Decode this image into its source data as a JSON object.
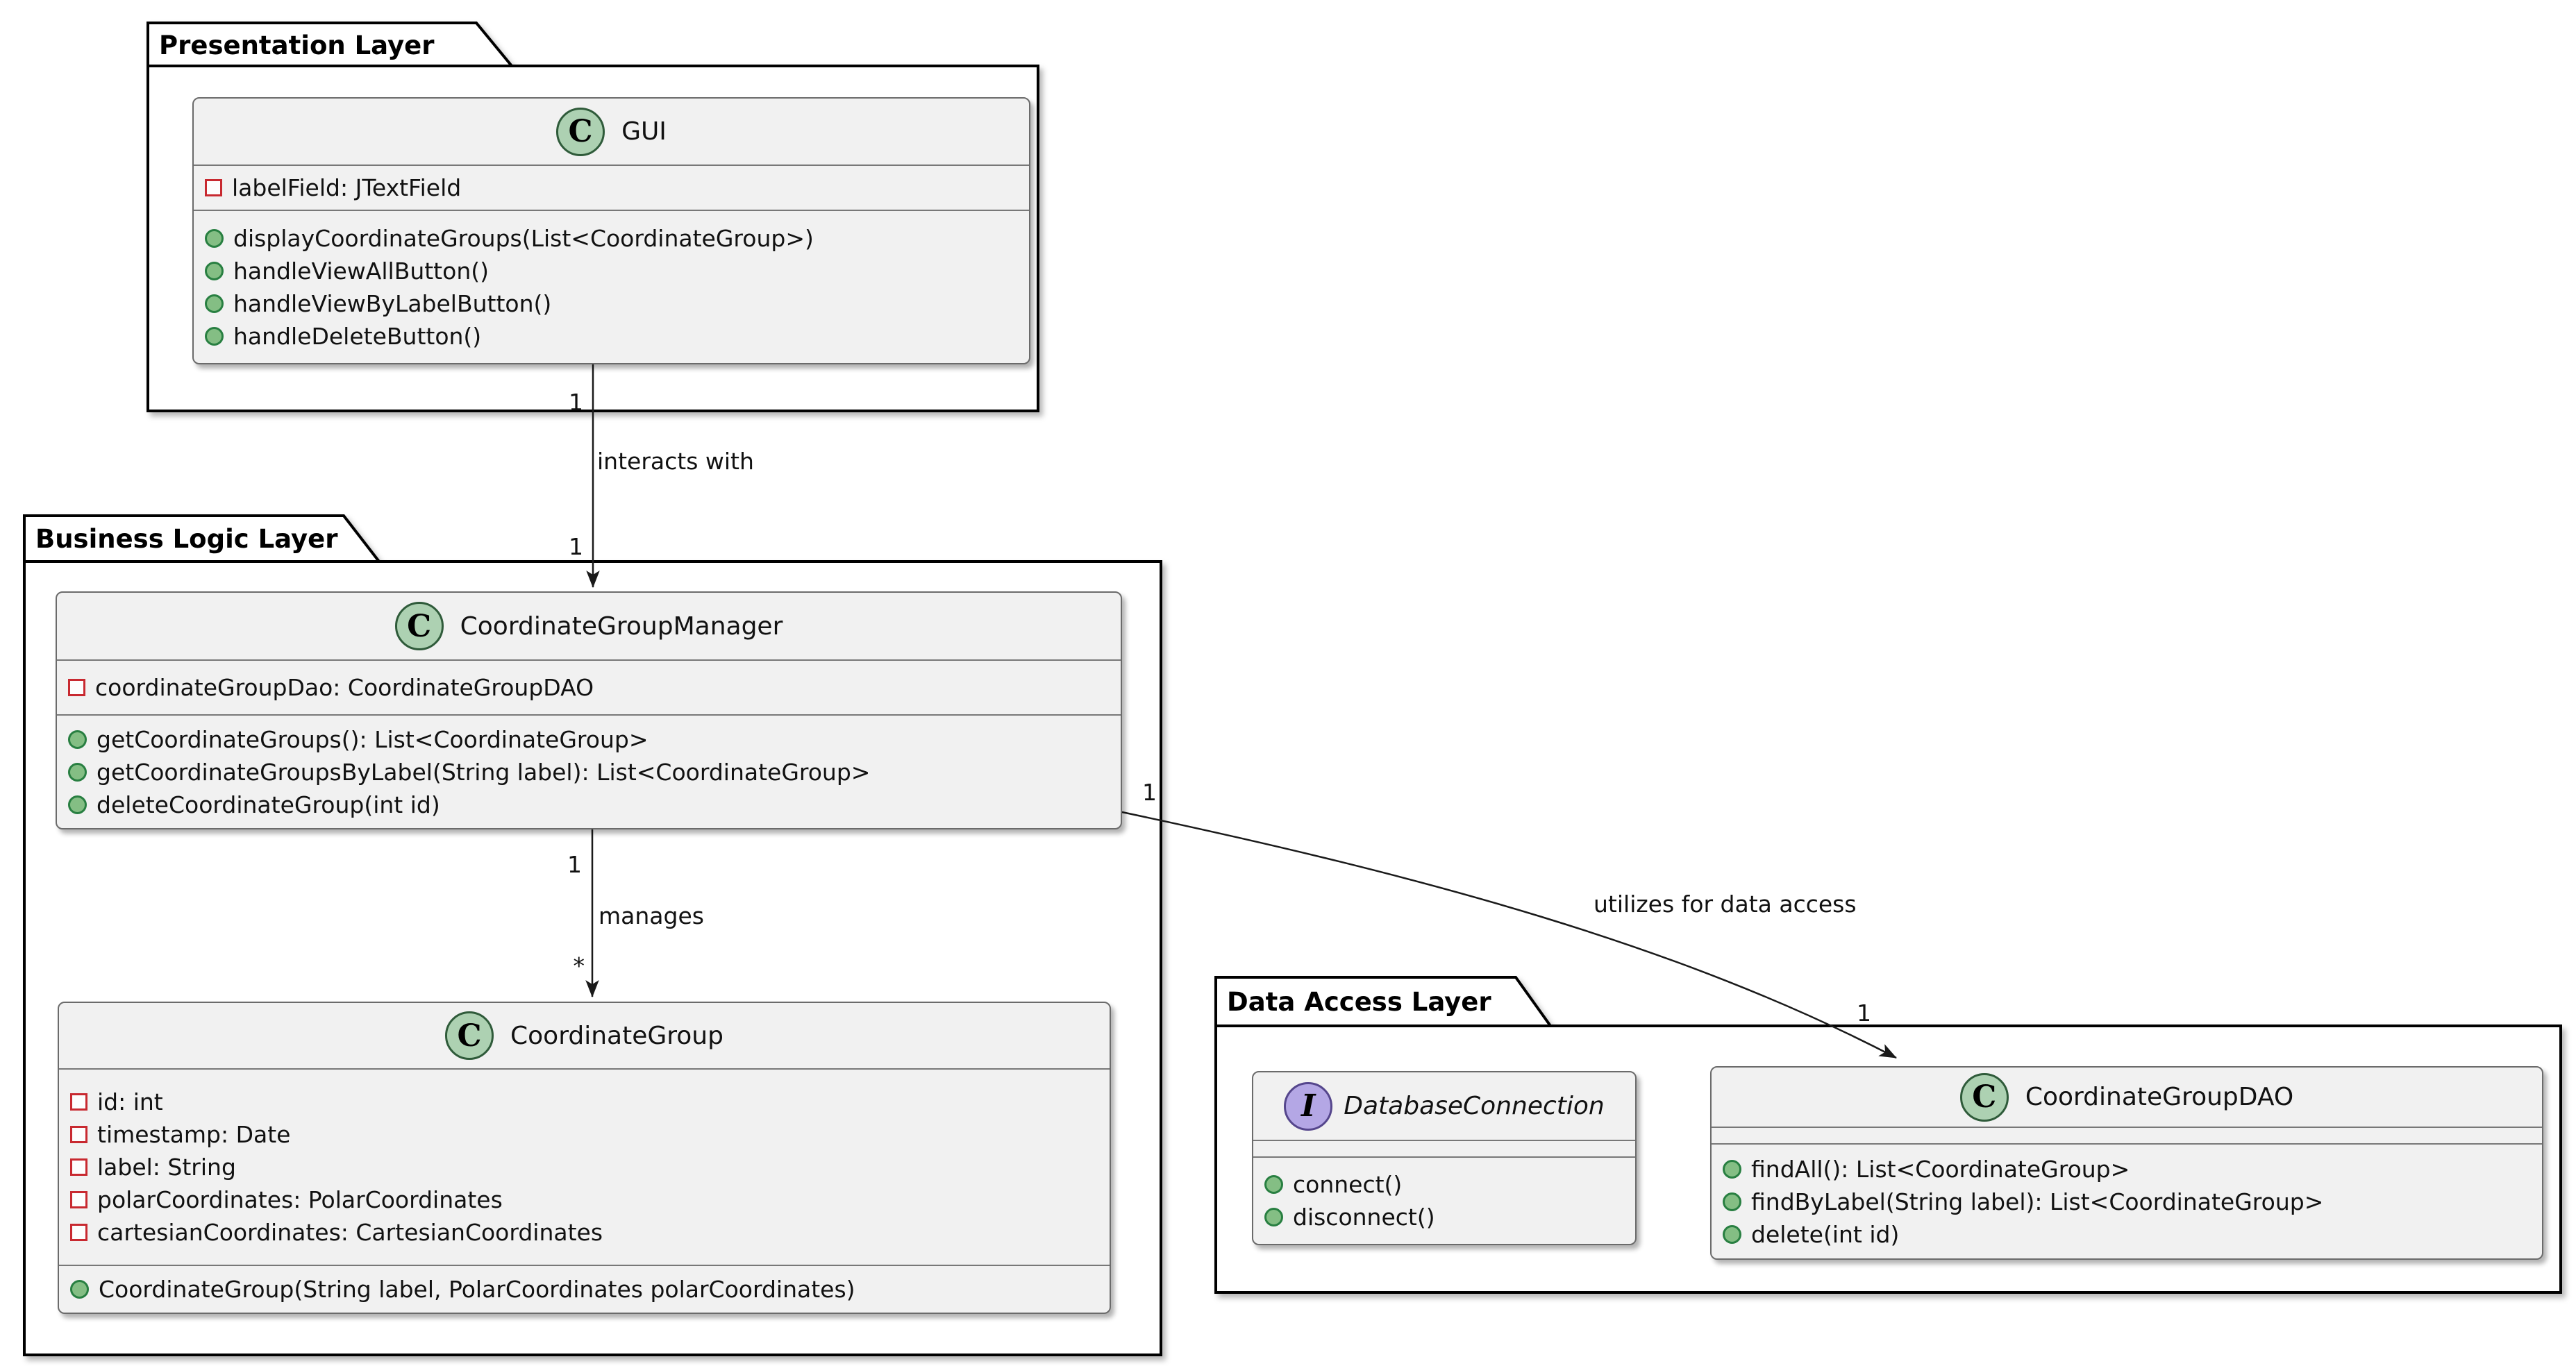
{
  "diagram": {
    "packages": [
      {
        "title": "Presentation Layer"
      },
      {
        "title": "Business Logic Layer"
      },
      {
        "title": "Data Access Layer"
      }
    ],
    "classes": {
      "gui": {
        "stereotype": "C",
        "kind": "class",
        "name": "GUI",
        "attributes": [
          "labelField: JTextField"
        ],
        "methods": [
          "displayCoordinateGroups(List<CoordinateGroup>)",
          "handleViewAllButton()",
          "handleViewByLabelButton()",
          "handleDeleteButton()"
        ]
      },
      "manager": {
        "stereotype": "C",
        "kind": "class",
        "name": "CoordinateGroupManager",
        "attributes": [
          "coordinateGroupDao: CoordinateGroupDAO"
        ],
        "methods": [
          "getCoordinateGroups(): List<CoordinateGroup>",
          "getCoordinateGroupsByLabel(String label): List<CoordinateGroup>",
          "deleteCoordinateGroup(int id)"
        ]
      },
      "group": {
        "stereotype": "C",
        "kind": "class",
        "name": "CoordinateGroup",
        "attributes": [
          "id: int",
          "timestamp: Date",
          "label: String",
          "polarCoordinates: PolarCoordinates",
          "cartesianCoordinates: CartesianCoordinates"
        ],
        "methods": [
          "CoordinateGroup(String label, PolarCoordinates polarCoordinates)"
        ]
      },
      "connection": {
        "stereotype": "I",
        "kind": "interface",
        "name": "DatabaseConnection",
        "attributes": [],
        "methods": [
          "connect()",
          "disconnect()"
        ]
      },
      "dao": {
        "stereotype": "C",
        "kind": "class",
        "name": "CoordinateGroupDAO",
        "attributes": [],
        "methods": [
          "findAll(): List<CoordinateGroup>",
          "findByLabel(String label): List<CoordinateGroup>",
          "delete(int id)"
        ]
      }
    },
    "edges": [
      {
        "label": "interacts with",
        "source": "GUI",
        "target": "CoordinateGroupManager",
        "source_multiplicity": "1",
        "target_multiplicity": "1"
      },
      {
        "label": "manages",
        "source": "CoordinateGroupManager",
        "target": "CoordinateGroup",
        "source_multiplicity": "1",
        "target_multiplicity": "*"
      },
      {
        "label": "utilizes for data access",
        "source": "CoordinateGroupManager",
        "target": "CoordinateGroupDAO",
        "source_multiplicity": "1",
        "target_multiplicity": "1"
      }
    ],
    "colors": {
      "background": "#FFFFFF",
      "class_fill": "#F1F1F1",
      "class_border": "#6B6B6B",
      "package_border": "#000000",
      "class_icon_fill": "#ADD1B2",
      "interface_icon_fill": "#B4A7E5",
      "private_field_icon": "#C82930",
      "public_method_icon": "#84BE84",
      "edge_color": "#1A1A1A"
    }
  }
}
